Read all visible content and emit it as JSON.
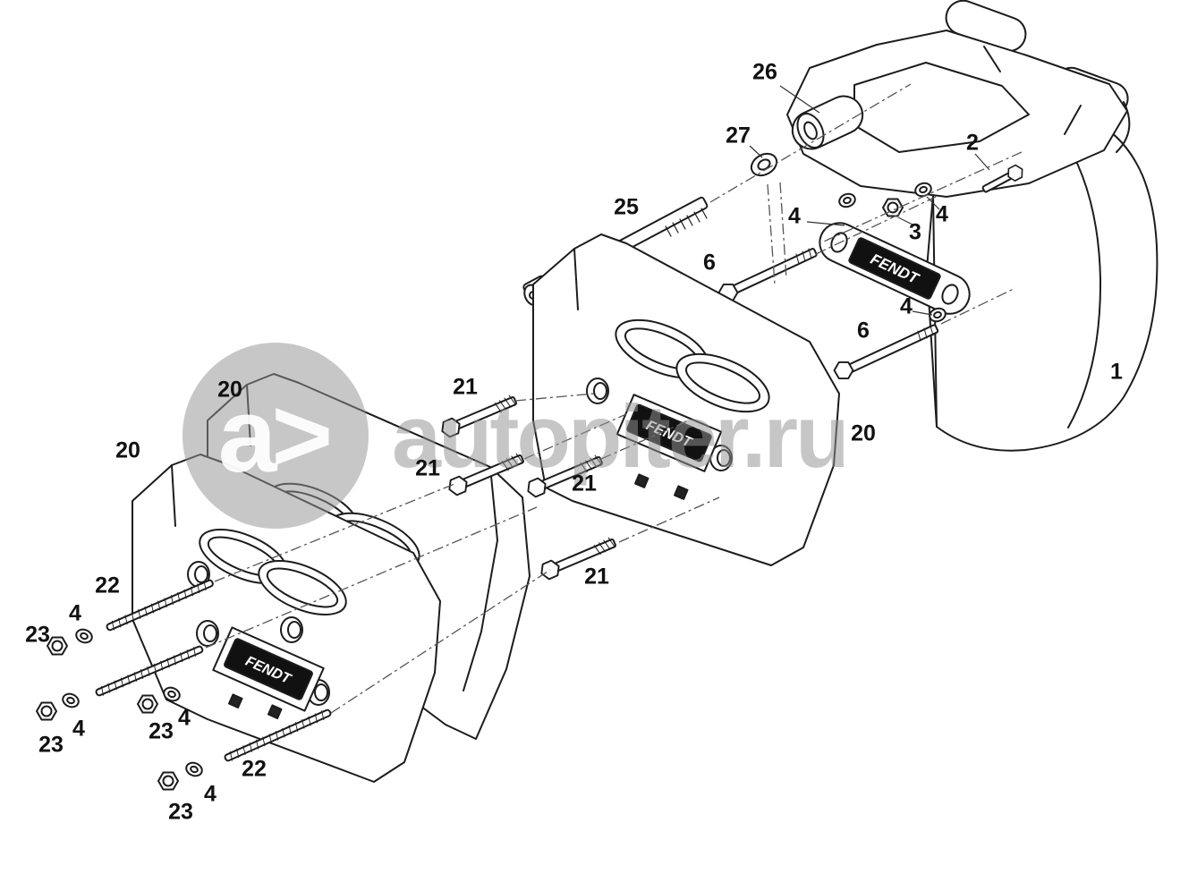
{
  "watermark": {
    "logo_text": "a>",
    "text": "autopiter.ru"
  },
  "brand_label": "FENDT",
  "callouts": [
    {
      "label": "26"
    },
    {
      "label": "27"
    },
    {
      "label": "2"
    },
    {
      "label": "25"
    },
    {
      "label": "4"
    },
    {
      "label": "4"
    },
    {
      "label": "3"
    },
    {
      "label": "6"
    },
    {
      "label": "4"
    },
    {
      "label": "6"
    },
    {
      "label": "1"
    },
    {
      "label": "20"
    },
    {
      "label": "21"
    },
    {
      "label": "20"
    },
    {
      "label": "21"
    },
    {
      "label": "21"
    },
    {
      "label": "20"
    },
    {
      "label": "22"
    },
    {
      "label": "4"
    },
    {
      "label": "23"
    },
    {
      "label": "21"
    },
    {
      "label": "4"
    },
    {
      "label": "23"
    },
    {
      "label": "4"
    },
    {
      "label": "23"
    },
    {
      "label": "22"
    },
    {
      "label": "4"
    },
    {
      "label": "23"
    }
  ]
}
